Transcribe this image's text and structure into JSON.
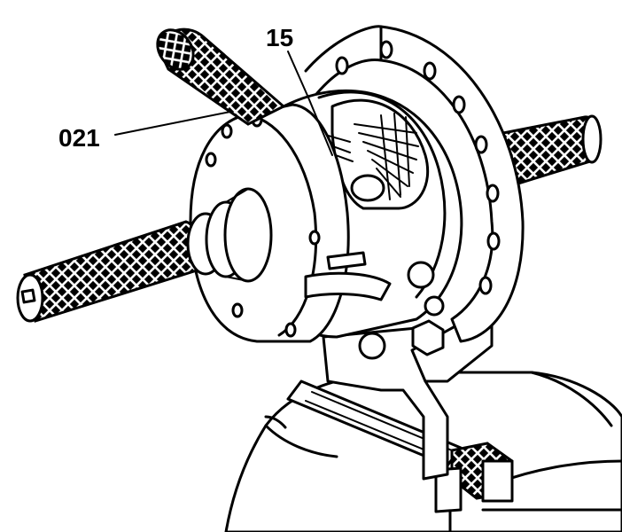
{
  "figure": {
    "callouts": [
      {
        "id": "tool",
        "label": "021"
      },
      {
        "id": "part",
        "label": "15"
      }
    ]
  }
}
